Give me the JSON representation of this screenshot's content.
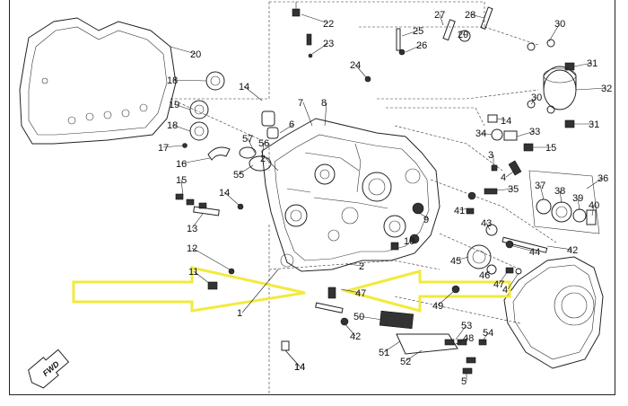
{
  "diagram": {
    "fwd_label": "FWD",
    "labels": [
      {
        "id": "l20",
        "text": "20"
      },
      {
        "id": "l18a",
        "text": "18"
      },
      {
        "id": "l19",
        "text": "19"
      },
      {
        "id": "l18b",
        "text": "18"
      },
      {
        "id": "l17a",
        "text": "17"
      },
      {
        "id": "l16",
        "text": "16"
      },
      {
        "id": "l14a",
        "text": "14"
      },
      {
        "id": "l15a",
        "text": "15"
      },
      {
        "id": "l13",
        "text": "13"
      },
      {
        "id": "l14b",
        "text": "14"
      },
      {
        "id": "l12",
        "text": "12"
      },
      {
        "id": "l11",
        "text": "11"
      },
      {
        "id": "l1",
        "text": "1"
      },
      {
        "id": "l14c",
        "text": "14"
      },
      {
        "id": "l22",
        "text": "22"
      },
      {
        "id": "l23",
        "text": "23"
      },
      {
        "id": "l7",
        "text": "7"
      },
      {
        "id": "l8",
        "text": "8"
      },
      {
        "id": "l6",
        "text": "6"
      },
      {
        "id": "l57",
        "text": "57"
      },
      {
        "id": "l56",
        "text": "56"
      },
      {
        "id": "l55",
        "text": "55"
      },
      {
        "id": "l2a",
        "text": "2"
      },
      {
        "id": "l24",
        "text": "24"
      },
      {
        "id": "l27",
        "text": "27"
      },
      {
        "id": "l28",
        "text": "28"
      },
      {
        "id": "l25",
        "text": "25"
      },
      {
        "id": "l26",
        "text": "26"
      },
      {
        "id": "l29",
        "text": "29"
      },
      {
        "id": "l30a",
        "text": "30"
      },
      {
        "id": "l31a",
        "text": "31"
      },
      {
        "id": "l32",
        "text": "32"
      },
      {
        "id": "l30b",
        "text": "30"
      },
      {
        "id": "l31b",
        "text": "31"
      },
      {
        "id": "l14d",
        "text": "14"
      },
      {
        "id": "l34",
        "text": "34"
      },
      {
        "id": "l33",
        "text": "33"
      },
      {
        "id": "l15b",
        "text": "15"
      },
      {
        "id": "l3",
        "text": "3"
      },
      {
        "id": "l4a",
        "text": "4"
      },
      {
        "id": "l35",
        "text": "35"
      },
      {
        "id": "l36",
        "text": "36"
      },
      {
        "id": "l37",
        "text": "37"
      },
      {
        "id": "l38",
        "text": "38"
      },
      {
        "id": "l39",
        "text": "39"
      },
      {
        "id": "l40",
        "text": "40"
      },
      {
        "id": "l9",
        "text": "9"
      },
      {
        "id": "l41",
        "text": "41"
      },
      {
        "id": "l10",
        "text": "10"
      },
      {
        "id": "l43",
        "text": "43"
      },
      {
        "id": "l44",
        "text": "44"
      },
      {
        "id": "l42a",
        "text": "42"
      },
      {
        "id": "l45",
        "text": "45"
      },
      {
        "id": "l46",
        "text": "46"
      },
      {
        "id": "l47a",
        "text": "47"
      },
      {
        "id": "l4b",
        "text": "4"
      },
      {
        "id": "l2b",
        "text": "2"
      },
      {
        "id": "l47b",
        "text": "47"
      },
      {
        "id": "l49",
        "text": "49"
      },
      {
        "id": "l50",
        "text": "50"
      },
      {
        "id": "l42b",
        "text": "42"
      },
      {
        "id": "l51",
        "text": "51"
      },
      {
        "id": "l52",
        "text": "52"
      },
      {
        "id": "l53",
        "text": "53"
      },
      {
        "id": "l48",
        "text": "48"
      },
      {
        "id": "l54",
        "text": "54"
      },
      {
        "id": "l5",
        "text": "5"
      },
      {
        "id": "l14e",
        "text": "14"
      }
    ],
    "colors": {
      "highlight_arrows": "#f2ea3c",
      "line": "#222222",
      "background": "#ffffff"
    }
  }
}
